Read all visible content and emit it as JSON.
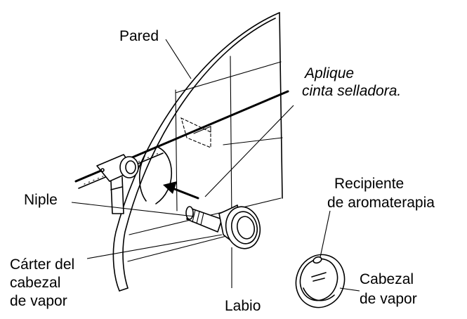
{
  "labels": {
    "pared": "Pared",
    "aplique_line1": "Aplique",
    "aplique_line2": "cinta selladora.",
    "niple": "Niple",
    "carter_line1": "Cárter del",
    "carter_line2": "cabezal",
    "carter_line3": "de vapor",
    "labio": "Labio",
    "recipiente_line1": "Recipiente",
    "recipiente_line2": "de aromaterapia",
    "cabezal_line1": "Cabezal",
    "cabezal_line2": "de vapor"
  },
  "colors": {
    "ink": "#000000",
    "background": "#ffffff"
  }
}
